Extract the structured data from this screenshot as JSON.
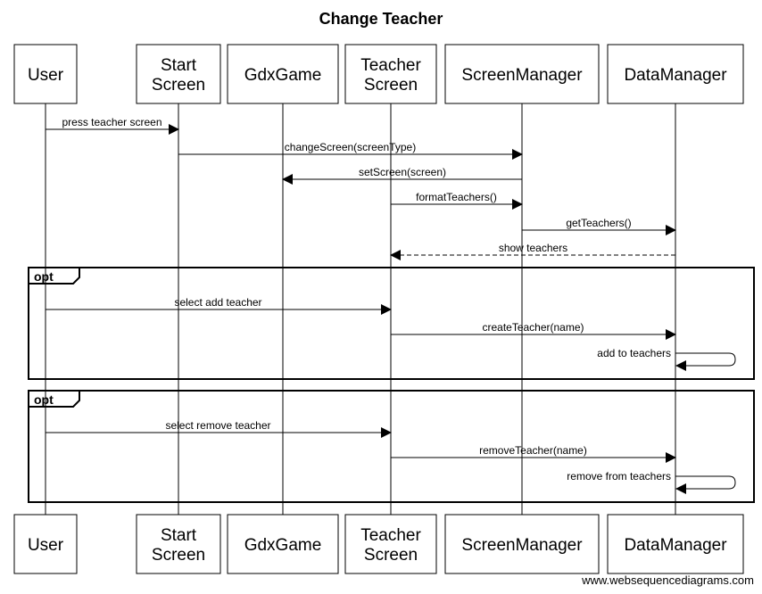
{
  "title": "Change Teacher",
  "watermark": "www.websequencediagrams.com",
  "participants": [
    {
      "id": "user",
      "lines": [
        "User"
      ]
    },
    {
      "id": "start-screen",
      "lines": [
        "Start",
        "Screen"
      ]
    },
    {
      "id": "gdxgame",
      "lines": [
        "GdxGame"
      ]
    },
    {
      "id": "teacher-screen",
      "lines": [
        "Teacher",
        "Screen"
      ]
    },
    {
      "id": "screen-manager",
      "lines": [
        "ScreenManager"
      ]
    },
    {
      "id": "data-manager",
      "lines": [
        "DataManager"
      ]
    }
  ],
  "messages": [
    {
      "from": "user",
      "to": "start-screen",
      "label": "press teacher screen",
      "style": "solid"
    },
    {
      "from": "start-screen",
      "to": "screen-manager",
      "label": "changeScreen(screenType)",
      "style": "solid"
    },
    {
      "from": "screen-manager",
      "to": "gdxgame",
      "label": "setScreen(screen)",
      "style": "solid"
    },
    {
      "from": "teacher-screen",
      "to": "screen-manager",
      "label": "formatTeachers()",
      "style": "solid"
    },
    {
      "from": "screen-manager",
      "to": "data-manager",
      "label": "getTeachers()",
      "style": "solid"
    },
    {
      "from": "data-manager",
      "to": "teacher-screen",
      "label": "show teachers",
      "style": "dashed"
    },
    {
      "from": "user",
      "to": "teacher-screen",
      "label": "select add teacher",
      "style": "solid"
    },
    {
      "from": "teacher-screen",
      "to": "data-manager",
      "label": "createTeacher(name)",
      "style": "solid"
    },
    {
      "from": "data-manager",
      "to": "data-manager",
      "label": "add to teachers",
      "style": "self"
    },
    {
      "from": "user",
      "to": "teacher-screen",
      "label": "select remove teacher",
      "style": "solid"
    },
    {
      "from": "teacher-screen",
      "to": "data-manager",
      "label": "removeTeacher(name)",
      "style": "solid"
    },
    {
      "from": "data-manager",
      "to": "data-manager",
      "label": "remove from teachers",
      "style": "self"
    }
  ],
  "fragments": [
    {
      "tag": "opt",
      "first_message": 6,
      "last_message": 8
    },
    {
      "tag": "opt",
      "first_message": 9,
      "last_message": 11
    }
  ]
}
